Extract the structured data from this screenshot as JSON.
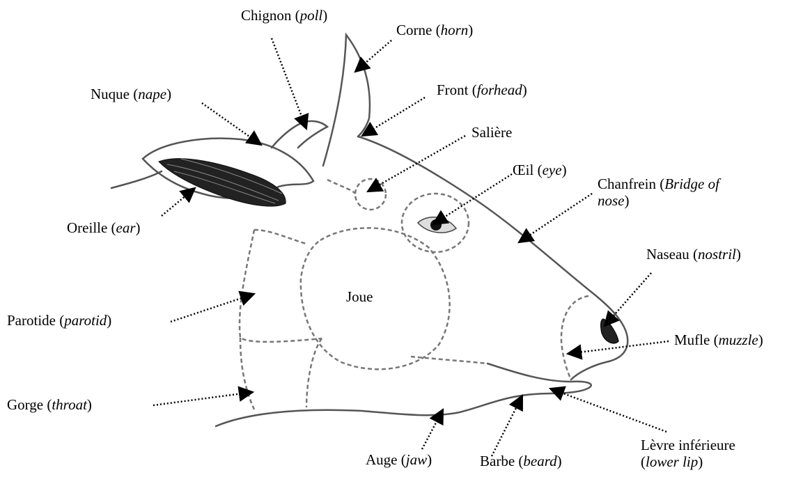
{
  "labels": {
    "chignon": {
      "fr": "Chignon (",
      "en": "poll",
      "close": ")"
    },
    "corne": {
      "fr": "Corne (",
      "en": "horn",
      "close": ")"
    },
    "nuque": {
      "fr": "Nuque (",
      "en": "nape",
      "close": ")"
    },
    "front": {
      "fr": "Front (",
      "en": "forhead",
      "close": ")"
    },
    "saliere": {
      "fr": "Salière"
    },
    "oeil": {
      "fr": "Œil (",
      "en": "eye",
      "close": ")"
    },
    "chanfrein": {
      "fr": "Chanfrein (",
      "en": "Bridge of",
      "en2": "nose",
      "close": ")"
    },
    "oreille": {
      "fr": "Oreille (",
      "en": "ear",
      "close": ")"
    },
    "naseau": {
      "fr": "Naseau (",
      "en": "nostril",
      "close": ")"
    },
    "joue": {
      "fr": "Joue"
    },
    "parotide": {
      "fr": "Parotide (",
      "en": "parotid",
      "close": ")"
    },
    "mufle": {
      "fr": "Mufle (",
      "en": "muzzle",
      "close": ")"
    },
    "gorge": {
      "fr": "Gorge (",
      "en": "throat",
      "close": ")"
    },
    "levre": {
      "fr": "Lèvre inférieure",
      "open": "(",
      "en": "lower lip",
      "close": ")"
    },
    "auge": {
      "fr": "Auge (",
      "en": "jaw",
      "close": ")"
    },
    "barbe": {
      "fr": "Barbe (",
      "en": "beard",
      "close": ")"
    }
  }
}
